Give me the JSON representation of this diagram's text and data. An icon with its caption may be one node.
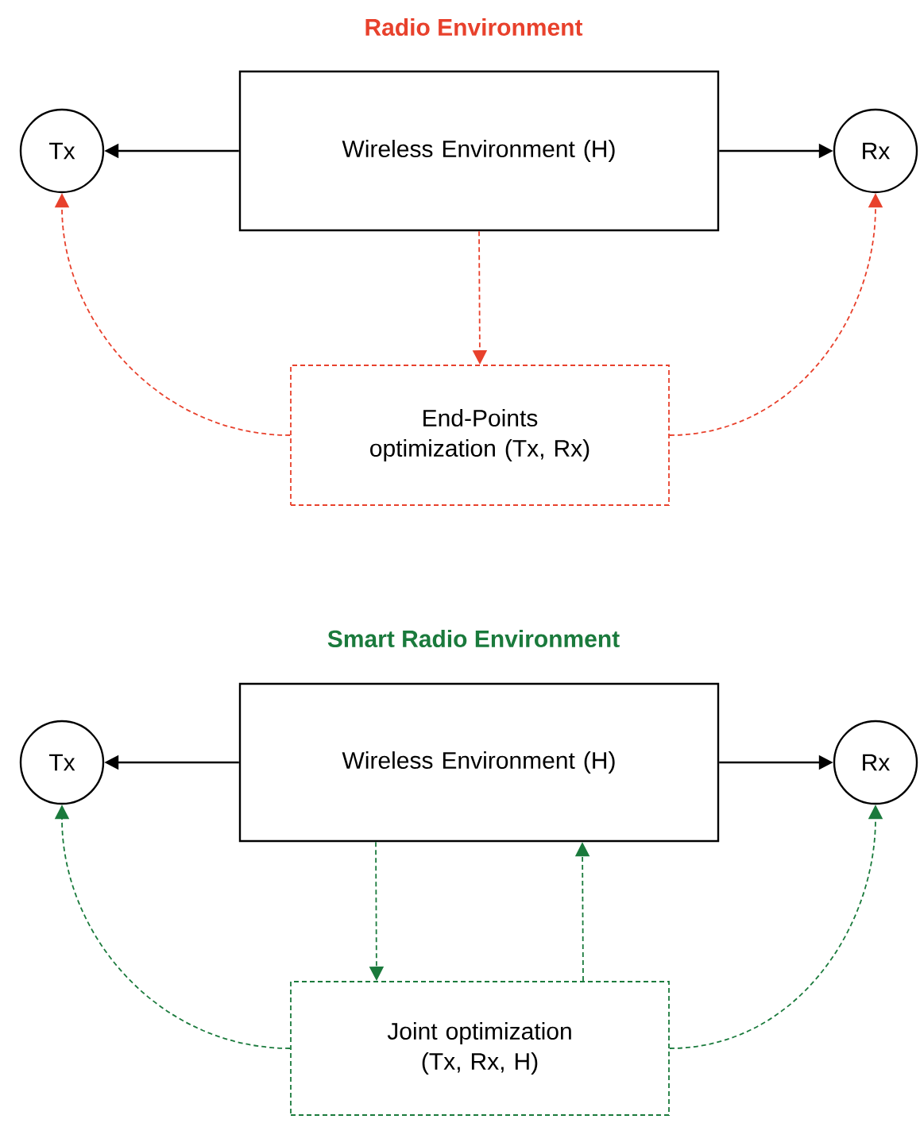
{
  "diagram": {
    "nodes": [
      {
        "text": [
          "Tx"
        ]
      },
      {
        "text": [
          "Wireless Environment (H)"
        ]
      },
      {
        "text": [
          "Rx"
        ]
      },
      {
        "text": [
          "End-Points optimization (Tx, Rx)"
        ]
      },
      {
        "text": [
          "Tx"
        ]
      },
      {
        "text": [
          "Wireless Environment (H)"
        ]
      },
      {
        "text": [
          "Rx"
        ]
      },
      {
        "text": [
          "Joint optimization (Tx, Rx, H)"
        ]
      }
    ],
    "edges": [
      {
        "from": 1,
        "to": 0,
        "arrow": "to"
      },
      {
        "from": 1,
        "to": 2,
        "arrow": "to"
      },
      {
        "from": 1,
        "to": 3,
        "arrow": "to",
        "style": "dashed",
        "color": "#e8412c"
      },
      {
        "from": 3,
        "to": 0,
        "arrow": "to",
        "style": "dashed",
        "color": "#e8412c"
      },
      {
        "from": 3,
        "to": 2,
        "arrow": "to",
        "style": "dashed",
        "color": "#e8412c"
      },
      {
        "from": 5,
        "to": 4,
        "arrow": "to"
      },
      {
        "from": 5,
        "to": 6,
        "arrow": "to"
      },
      {
        "from": 5,
        "to": 7,
        "arrow": "to",
        "style": "dashed",
        "color": "#1a7a3c"
      },
      {
        "from": 7,
        "to": 5,
        "arrow": "to",
        "style": "dashed",
        "color": "#1a7a3c"
      },
      {
        "from": 7,
        "to": 4,
        "arrow": "to",
        "style": "dashed",
        "color": "#1a7a3c"
      },
      {
        "from": 7,
        "to": 6,
        "arrow": "to",
        "style": "dashed",
        "color": "#1a7a3c"
      }
    ],
    "labels": [
      "Radio Environment",
      "Smart Radio Environment"
    ]
  }
}
